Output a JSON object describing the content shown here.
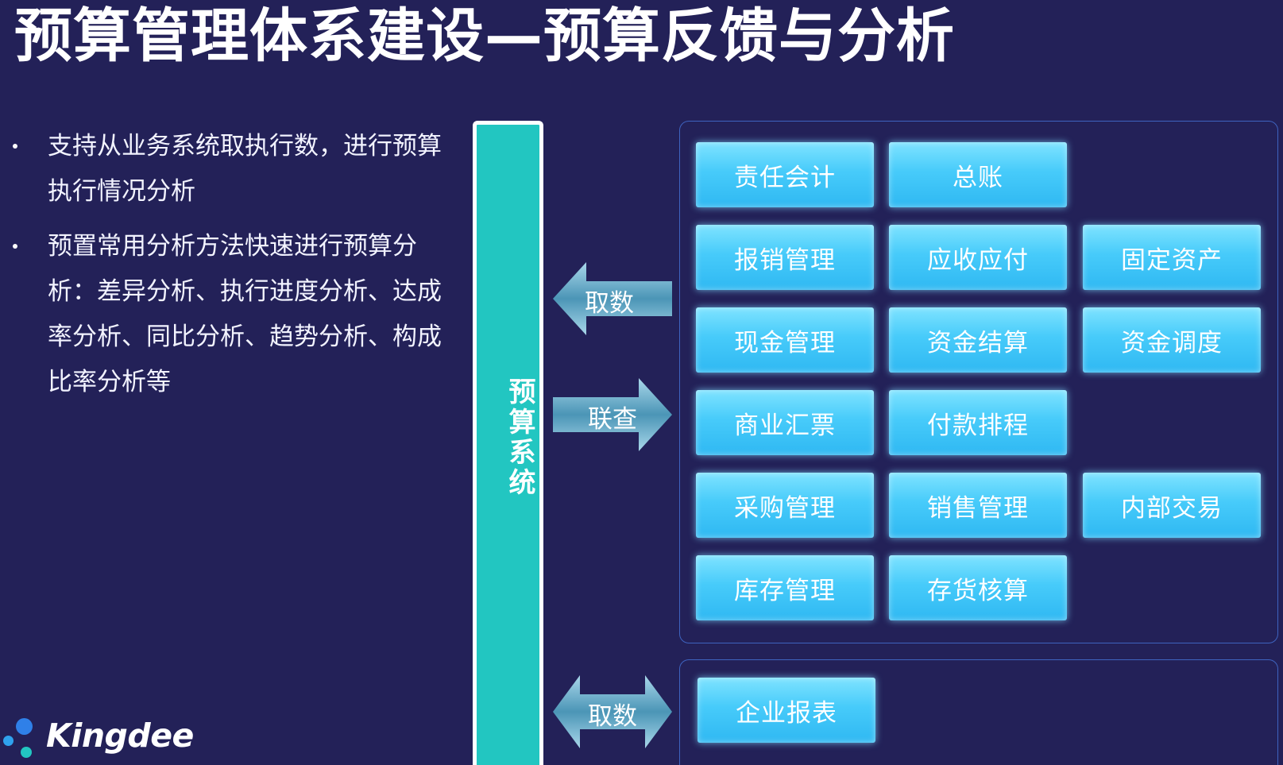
{
  "title": "预算管理体系建设—预算反馈与分析",
  "bullets": [
    "支持从业务系统取执行数，进行预算执行情况分析",
    "预置常用分析方法快速进行预算分析：差异分析、执行进度分析、达成率分析、同比分析、趋势分析、构成比率分析等"
  ],
  "system_bar": {
    "label": "预算系统"
  },
  "arrows": {
    "fetch_top": "取数",
    "drill": "联查",
    "fetch_bottom": "取数"
  },
  "modules": [
    "责任会计",
    "总账",
    "报销管理",
    "应收应付",
    "固定资产",
    "现金管理",
    "资金结算",
    "资金调度",
    "商业汇票",
    "付款排程",
    "采购管理",
    "销售管理",
    "内部交易",
    "库存管理",
    "存货核算"
  ],
  "report_module": "企业报表",
  "logo": {
    "text": "Kingdee"
  },
  "colors": {
    "background": "#232158",
    "system_bar": "#22c6c1",
    "module": "#47cbfa",
    "panel_border": "#3e63bf"
  }
}
